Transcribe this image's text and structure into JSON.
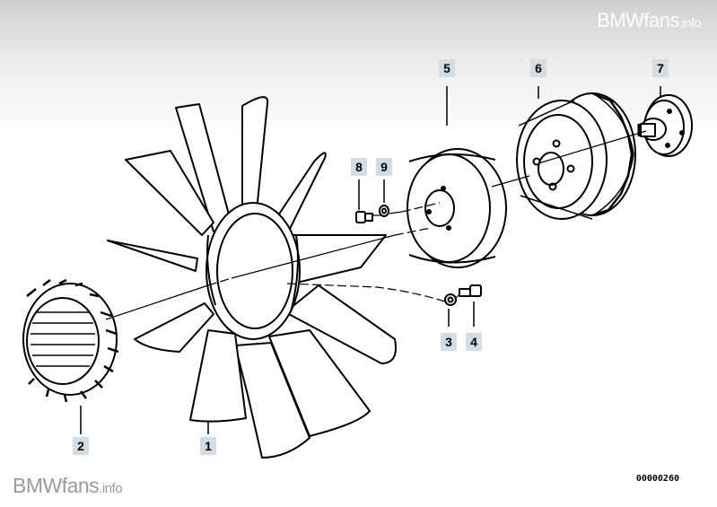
{
  "watermark_top": {
    "brand": "BMWfans",
    "suffix": ".info"
  },
  "watermark_bottom": {
    "brand": "BMWfans",
    "suffix": ".info"
  },
  "reference_number": "00000260",
  "callouts": [
    "1",
    "2",
    "3",
    "4",
    "5",
    "6",
    "7",
    "8",
    "9"
  ]
}
